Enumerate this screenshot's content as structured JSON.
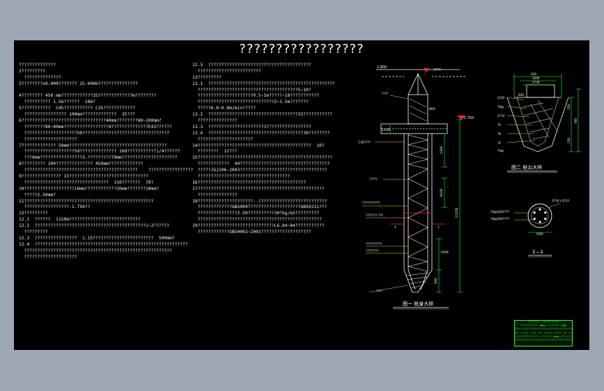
{
  "colors": {
    "background": "#9ea6b4",
    "sheet": "#000000",
    "line": "#ffffff",
    "dimension": "#2cff2c",
    "leader": "#ffd23a",
    "marker": "#ff2b2b"
  },
  "title": "?????????????????",
  "notes_left": [
    "??????????????",
    "2?????????",
    "  ??????????????",
    "3????????±0.000??????? 15.600m???????????????",
    "",
    "4???????? 450 mm????????????35?????????????m????????",
    "  ?????????? 1.5m??????  18m?",
    "5???????????  C45??????????? C35????????????",
    "  ???????????????? 100mm?????????????  35???",
    "6????????????????????????????????40mm????????80~100mm?",
    "  ????????80~80mm?????????????????4??????????????E43??????",
    "  ????????????????????50?????????????????????????????????",
    "  ????????????????????",
    "7????????????? 50mm?????????????????????????????????????",
    "  ???????????????????5d?????????????? 10d???????????1/4??????",
    "  ???6mm????????????????3.?????????70mm?????????????????????",
    "8????????? 200?????????????? 450mm?????????????",
    "  ???????????????????????????????????????????    ?????????????????",
    "9??????????????? 15??????????????????????????????",
    "  ????????????????????????????????  150???????  70?",
    "10???????????????????10mm????????????20mm???????10mm?",
    "  ?????2.50mm?",
    "11?????????????????????????????????????????????????",
    "  ?????????????????-1.750??",
    "12?????????",
    "12.1  ??????  1150m???????????????????????????",
    "12.2  ??????????????????????????????????????????1~3??????",
    "  ?????????",
    "12.3  ????????????????  1.15???????????????????????  500mm?",
    "12.4  ??????????????????????????????????????????????????????????",
    "  ????????????????????????????????????????????????????????",
    "  ????????????????????"
  ],
  "notes_right": [
    "12.5  ???????????????????????????????????????",
    "  ????????????????????????",
    "13?????????",
    "13.1  ????????????????????????????????????????????????",
    "  ??????????????????????????????????????5~10?",
    "  ?????????????????????0.5~1m?????~10???????????",
    "  ?????????????????????????????2~1.5m???????",
    "  ?????0.8~0.8m/min?????",
    "13.2  ??????????????????????????????????33???????????",
    "  ???????????????",
    "13.3  ?????????????????????3?????????????????",
    "13.4  ????????????????????????????????????30????????",
    "  ?????????????????????",
    "14???????????????????????????????????????????  10?",
    "  ????????  12???",
    "15???????????????????????????????????????????????????",
    "  ????????????  40??????????????????????????????????",
    "  ?????JGJ106-2003?????????????????????????????????",
    "  ???????????????????????????????????",
    "16?????????????????????????????????????????",
    "17????????????????????????????????????????????????",
    "  ???????????????",
    "18?????????????????????--??????????????????????????",
    "  ?????????????GB50047???????????????????GB50211???",
    "  ???????????????2.50??????????30?kg/m3?????????",
    "  ???????????????????????????????????????????????",
    "19?????????????????????????????L6.84~84???????????",
    "  ????????????GB50002~2002???????????????????"
  ],
  "drawing": {
    "elev_top": "1.800",
    "elev_natural": "????",
    "elev_cap": "-1.750",
    "dim_total": "11150",
    "dim_a": "3300",
    "dim_b": "9100",
    "dim_c": "1400",
    "dim_d": "500",
    "dim_e": "800",
    "dim_f": "1200",
    "tag_1": "C35????",
    "tag_2": "?????",
    "tag_3": "???????????",
    "tag_4": "??????? ???",
    "tag_5": "??????????",
    "tag_6": "????????",
    "tag_7": "????",
    "tag_tip": "????",
    "section_mark": "1",
    "fig1_caption": "图一 桩身大样",
    "fig2_caption": "图二 桩尖大样",
    "tip_dim_1": "420",
    "tip_dim_2": "3500",
    "tip_dim_3": "2750",
    "tip_dim_4": "150",
    "tip_dim_5": "250",
    "tip_dim_6": "700",
    "tip_dim_7": "400",
    "tip_tag_1": "2?20",
    "tip_tag_2": "?8@",
    "tip_tag_3": "2?14",
    "tip_tag_4": "?6",
    "tip_tag_5": "?8",
    "tip_tag_6": "?4",
    "tip_tag_7": "?6@",
    "sec_tag_1": "3?14+3?12",
    "sec_tag_2": "?6@200????",
    "sec_tag_3": "?8@200????",
    "sec_dim": "?450",
    "sec_caption": "1—1"
  },
  "title_block": {
    "line1": "??????  ?????????",
    "line2": "?????????   www.??????.com",
    "line3": "?????????????????????????????????",
    "line4": "?? ???? ???  ??  ????  ????  ?? ???",
    "line5": "???????????? ?????? www.??????.com",
    "line6": "??????????????????????????????????????"
  }
}
